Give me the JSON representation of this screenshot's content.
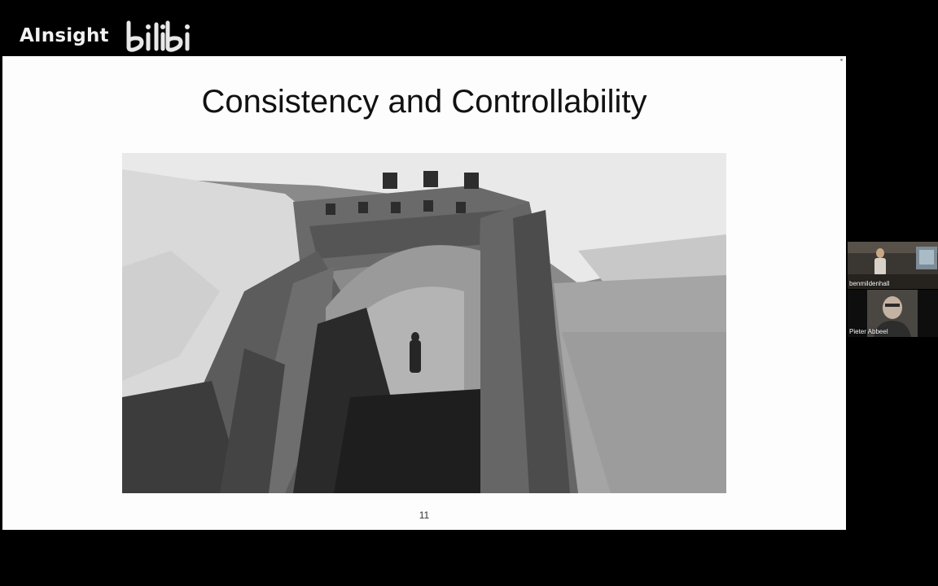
{
  "watermark": {
    "text": "AInsight",
    "logo": "bilibili"
  },
  "slide": {
    "title": "Consistency and Controllability",
    "page_number": "11"
  },
  "participants": [
    {
      "name": "benmildenhall"
    },
    {
      "name": "Pieter Abbeel"
    }
  ]
}
